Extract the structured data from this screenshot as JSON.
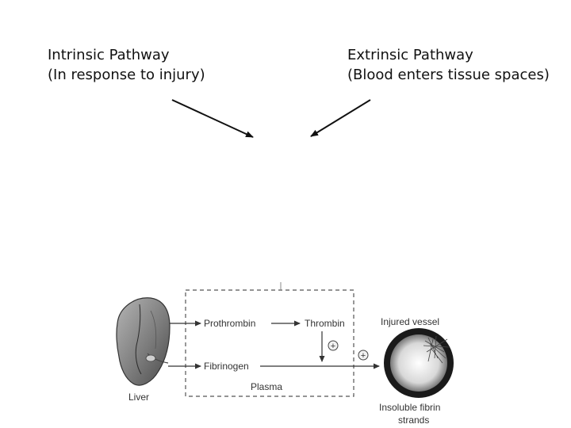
{
  "intrinsic": {
    "title": "Intrinsic Pathway",
    "subtitle": "(In response to injury)"
  },
  "extrinsic": {
    "title": "Extrinsic Pathway",
    "subtitle": "(Blood enters tissue spaces)"
  },
  "figure": {
    "organ_label": "Liver",
    "prothrombin": "Prothrombin",
    "thrombin": "Thrombin",
    "fibrinogen": "Fibrinogen",
    "plasma": "Plasma",
    "injured_vessel": "Injured vessel",
    "fibrin_line1": "Insoluble fibrin",
    "fibrin_line2": "strands",
    "plus_sign": "+"
  },
  "colors": {
    "text": "#111111",
    "figure_text": "#333333",
    "arrow": "#111111",
    "dashed_box": "#555555",
    "vessel_wall": "#1a1a1a",
    "liver_fill": "#8a8a8a"
  }
}
